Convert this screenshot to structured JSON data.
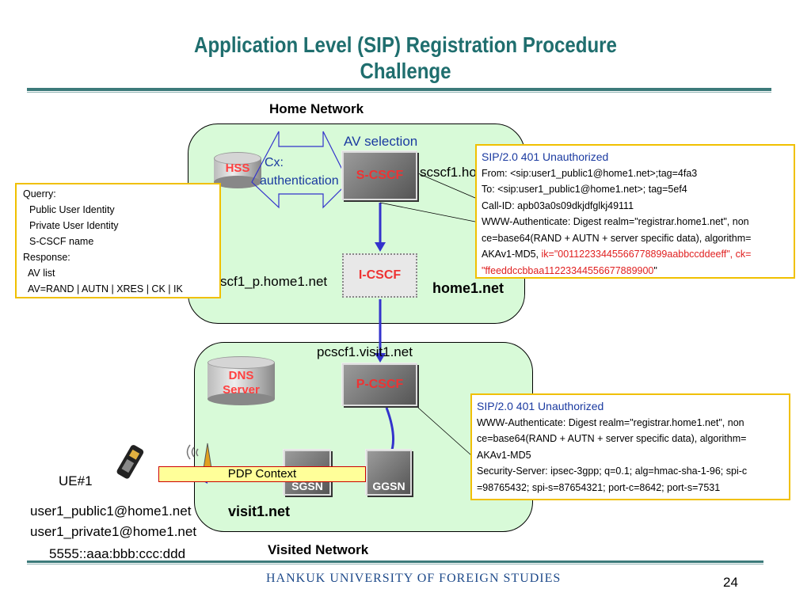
{
  "title": {
    "line1": "Application Level (SIP) Registration Procedure",
    "line2": "Challenge"
  },
  "home_network": {
    "label": "Home Network",
    "net_name": "home1.net",
    "hss": "HSS",
    "cx_line1": "Cx:",
    "cx_line2": "authentication",
    "av_selection": "AV selection",
    "scscf": "S-CSCF",
    "scscf_host": "scscf1.ho",
    "icscf": "I-CSCF",
    "icscf_host": "scf1_p.home1.net"
  },
  "visited_network": {
    "label": "Visited Network",
    "net_name": "visit1.net",
    "pcscf_host": "pcscf1.visit1.net",
    "pcscf": "P-CSCF",
    "dns_line1": "DNS",
    "dns_line2": "Server",
    "sgsn": "SGSN",
    "ggsn": "GGSN",
    "pdp_context": "PDP Context"
  },
  "querry_box": {
    "lines": [
      "Querry:",
      "  Public User Identity",
      "  Private User Identity",
      "  S-CSCF name",
      "Response:",
      "  AV list",
      "  AV=RAND | AUTN | XRES | CK | IK"
    ]
  },
  "note_top": {
    "heading": "SIP/2.0 401 Unauthorized",
    "from": "From: <sip:user1_public1@home1.net>;tag=4fa3",
    "to": "To: <sip:user1_public1@home1.net>; tag=5ef4",
    "callid": "Call-ID: apb03a0s09dkjdfglkj49111",
    "www1": "WWW-Authenticate: Digest realm=\"registrar.home1.net\", non",
    "www2": "ce=base64(RAND + AUTN + server specific data), algorithm=",
    "www3a": "AKAv1-MD5, ",
    "www3b": "ik=\"00112233445566778899aabbccddeeff\", ck=",
    "www4a": "\"ffeeddccbbaa11223344556677889900",
    "www4b": "\""
  },
  "note_bottom": {
    "heading": "SIP/2.0 401 Unauthorized",
    "www1": "WWW-Authenticate: Digest realm=\"registrar.home1.net\", non",
    "www2": "ce=base64(RAND + AUTN + server specific data), algorithm=",
    "www3": "AKAv1-MD5",
    "sec1": "Security-Server: ipsec-3gpp; q=0.1; alg=hmac-sha-1-96; spi-c",
    "sec2": "=98765432; spi-s=87654321; port-c=8642; port-s=7531"
  },
  "ue": {
    "label": "UE#1",
    "public_id": "user1_public1@home1.net",
    "private_id": "user1_private1@home1.net",
    "ip": "5555::aaa:bbb:ccc:ddd"
  },
  "footer": {
    "logo_text": "HANKUK UNIVERSITY  OF FOREIGN STUDIES",
    "page_number": "24"
  },
  "colors": {
    "title": "#1f6e6e",
    "cloud": "#d8fad8",
    "arrow": "#3333cc",
    "note_border": "#f0c000",
    "highlight_red": "#e02020"
  }
}
